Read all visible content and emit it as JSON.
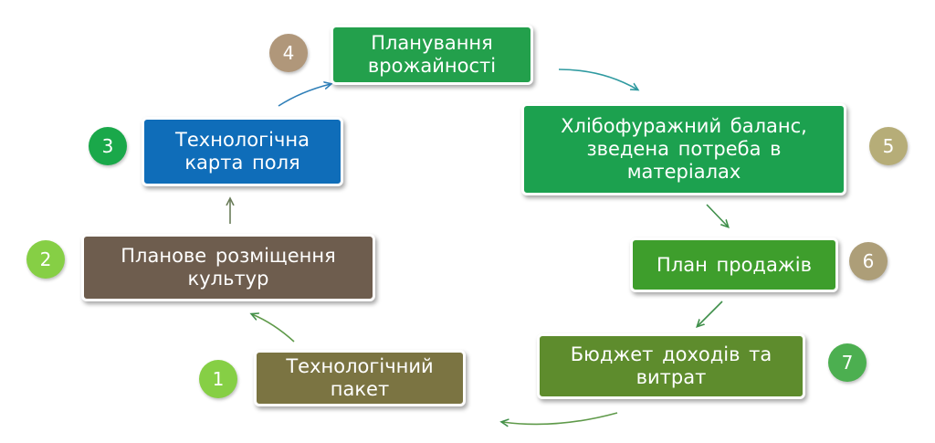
{
  "steps": [
    {
      "number": "1",
      "label_line1": "Технологічний",
      "label_line2": "пакет"
    },
    {
      "number": "2",
      "label_line1": "Планове розміщення",
      "label_line2": "культур"
    },
    {
      "number": "3",
      "label_line1": "Технологічна",
      "label_line2": "карта поля"
    },
    {
      "number": "4",
      "label_line1": "Планування",
      "label_line2": "врожайності"
    },
    {
      "number": "5",
      "label_line1": "Хлібофуражний баланс,",
      "label_line2": "зведена потреба в",
      "label_line3": "матеріалах"
    },
    {
      "number": "6",
      "label_line1": "План продажів"
    },
    {
      "number": "7",
      "label_line1": "Бюджет доходів та",
      "label_line2": "витрат"
    }
  ],
  "colors": {
    "step1": "#7b7442",
    "step2": "#6e5d4e",
    "step3": "#0f6db9",
    "step4": "#23a04c",
    "step5": "#1ca14f",
    "step6": "#3e9e2c",
    "step7": "#5e8c2d",
    "arrow_green": "#3f9a5a",
    "arrow_blue": "#2f86b8"
  }
}
